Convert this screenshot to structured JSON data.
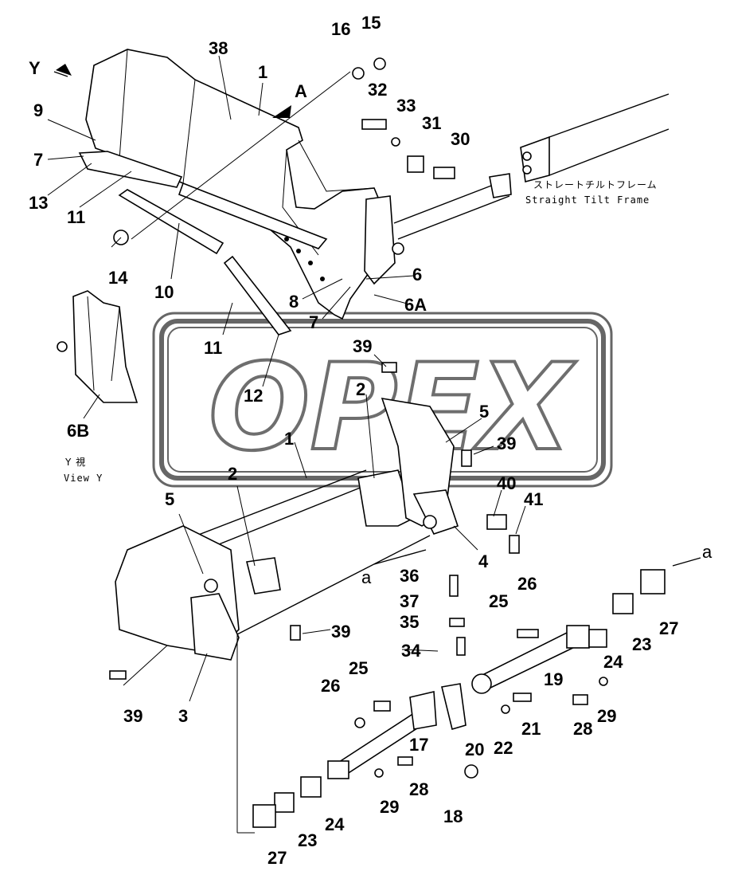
{
  "watermark": "OPEX",
  "labels": {
    "view_y_jp": "Y 視",
    "view_y": "View Y",
    "frame_jp": "ストレートチルトフレーム",
    "frame_en": "Straight Tilt Frame",
    "y_arrow": "Y",
    "a_arrow": "A",
    "a_lower_1": "a",
    "a_lower_2": "a"
  },
  "callouts": [
    "38",
    "1",
    "16",
    "15",
    "32",
    "33",
    "31",
    "30",
    "9",
    "7",
    "13",
    "11",
    "14",
    "10",
    "6",
    "8",
    "6A",
    "7",
    "11",
    "12",
    "6B",
    "39",
    "2",
    "5",
    "39",
    "1",
    "2",
    "5",
    "40",
    "41",
    "4",
    "36",
    "37",
    "35",
    "26",
    "25",
    "39",
    "34",
    "24",
    "23",
    "27",
    "19",
    "3",
    "39",
    "26",
    "25",
    "21",
    "28",
    "29",
    "17",
    "20",
    "22",
    "18",
    "29",
    "28",
    "24",
    "23",
    "27"
  ]
}
